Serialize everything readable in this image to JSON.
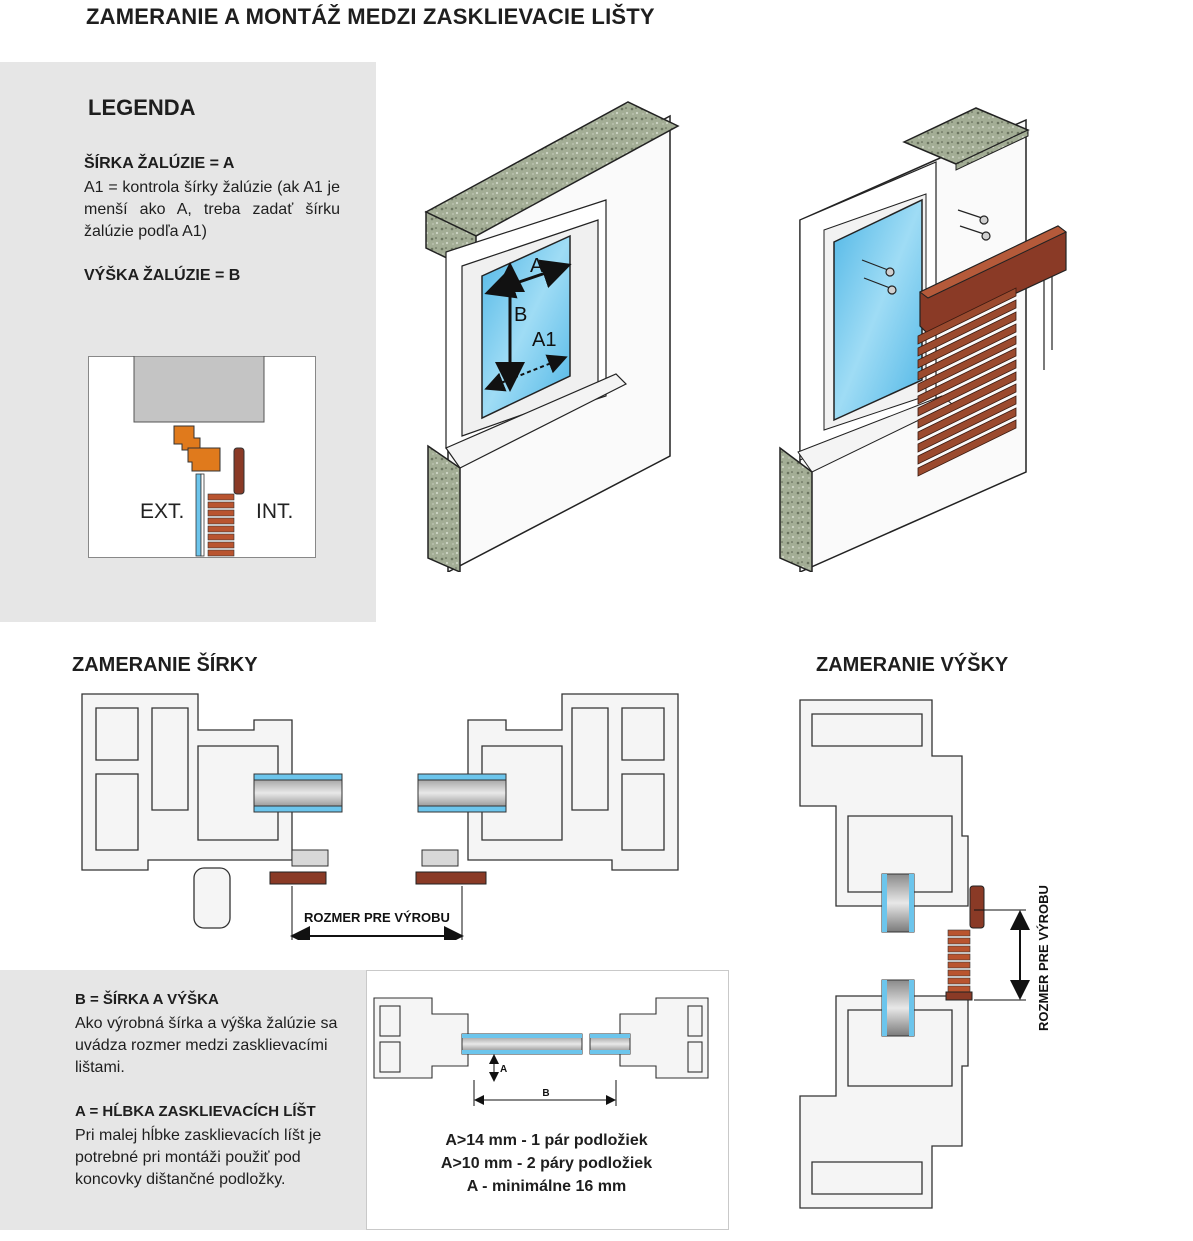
{
  "title": "ZAMERANIE A MONTÁŽ MEDZI ZASKLIEVACIE LIŠTY",
  "legend": {
    "heading": "LEGENDA",
    "width_label": "ŠÍRKA ŽALÚZIE = A",
    "width_text": "A1 = kontrola šírky žalúzie (ak A1 je menší ako A, treba zadať šírku žalúzie podľa A1)",
    "height_label": "VÝŠKA ŽALÚZIE = B",
    "ext_label": "EXT.",
    "int_label": "INT."
  },
  "window_diagram": {
    "label_a": "A",
    "label_b": "B",
    "label_a1": "A1"
  },
  "width_section": {
    "heading": "ZAMERANIE ŠÍRKY",
    "dimension_label": "ROZMER PRE VÝROBU"
  },
  "height_section": {
    "heading": "ZAMERANIE VÝŠKY",
    "dimension_label": "ROZMER PRE VÝROBU"
  },
  "notes": {
    "b_label": "B = ŠÍRKA A VÝŠKA",
    "b_text": "Ako výrobná šírka a výška žalúzie sa uvádza rozmer medzi zasklievacími lištami.",
    "a_label": "A = HĹBKA ZASKLIEVACÍCH LÍŠT",
    "a_text": "Pri malej hĺbke zasklievacích líšt je potrebné pri montáži použiť pod koncovky dištančné podložky."
  },
  "depth_diagram": {
    "label_a": "A",
    "label_b": "B",
    "rules": [
      "A>14 mm - 1 pár podložiek",
      "A>10 mm - 2 páry podložiek",
      "A - minimálne 16 mm"
    ]
  },
  "colors": {
    "panel": "#e6e6e6",
    "glass": "#6cc5ec",
    "blind_brown": "#8a3a26",
    "bracket_orange": "#e07a1c",
    "stone": "#8e9a80"
  }
}
